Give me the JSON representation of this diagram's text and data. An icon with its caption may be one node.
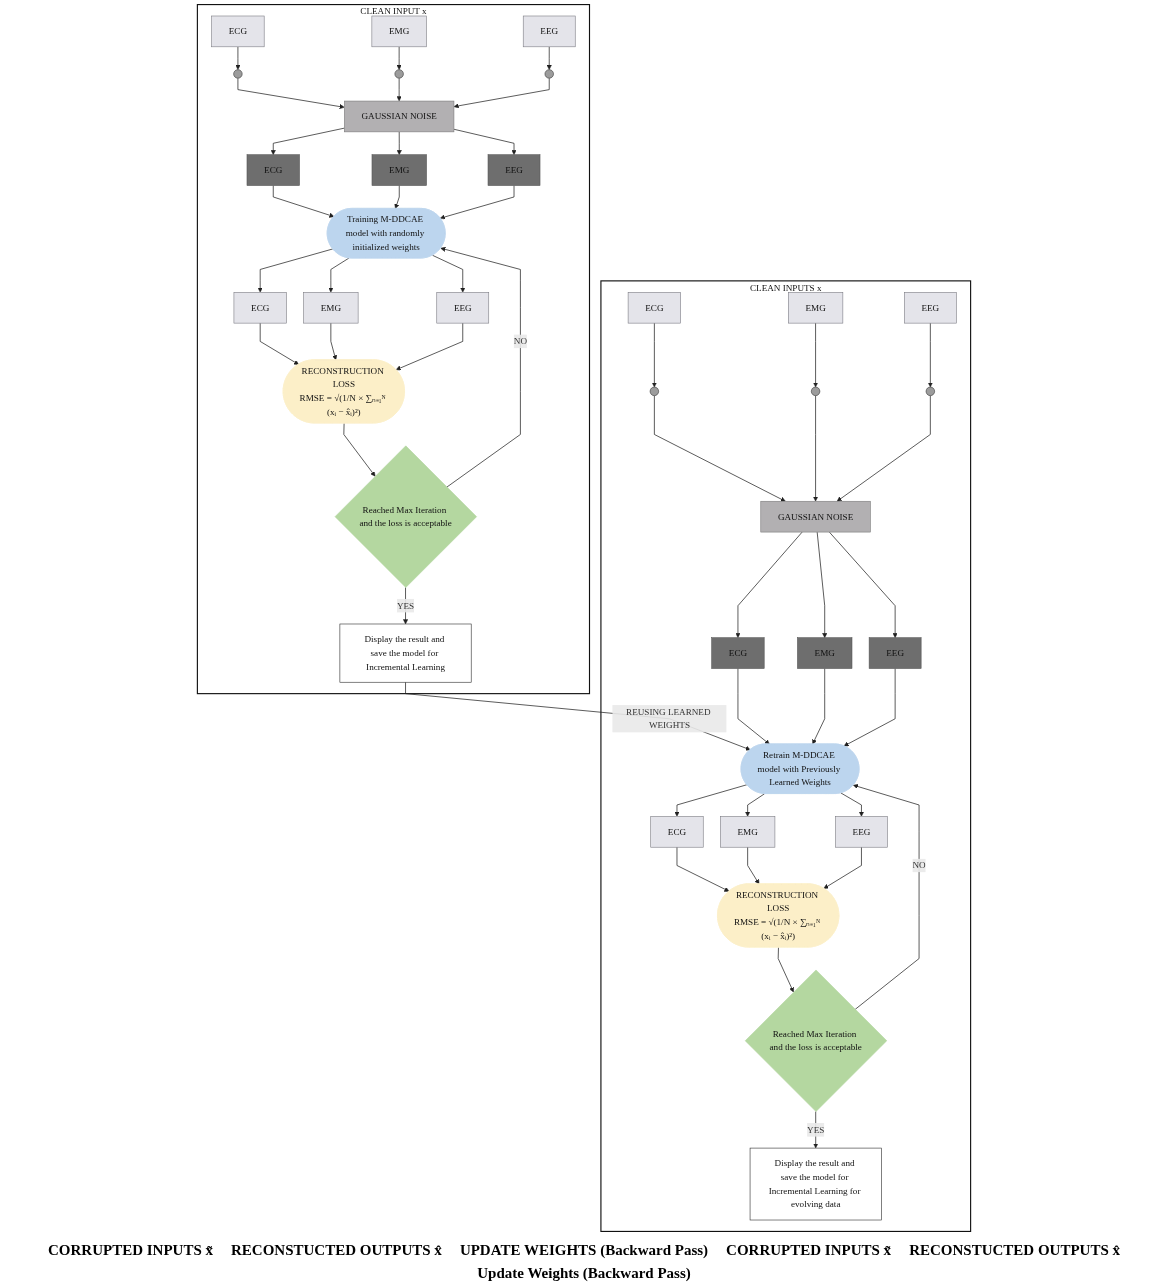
{
  "diagram": {
    "nodes": [
      {
        "text": [
          "CLEAN INPUT x"
        ]
      },
      {
        "text": [
          "ECG"
        ],
        "in": 0
      },
      {
        "text": [
          "EMG"
        ],
        "in": 0
      },
      {
        "text": [
          "EEG"
        ],
        "in": 0
      },
      {
        "text": [],
        "shape": "circle",
        "in": 0
      },
      {
        "text": [],
        "shape": "circle",
        "in": 0
      },
      {
        "text": [],
        "shape": "circle",
        "in": 0
      },
      {
        "text": [
          "GAUSSIAN NOISE"
        ],
        "in": 0
      },
      {
        "text": [
          "ECG"
        ],
        "in": 0
      },
      {
        "text": [
          "EMG"
        ],
        "in": 0
      },
      {
        "text": [
          "EEG"
        ],
        "in": 0
      },
      {
        "text": [
          "Training M-DDCAE model with randomly initialized weights"
        ],
        "in": 0
      },
      {
        "text": [
          "ECG"
        ],
        "in": 0
      },
      {
        "text": [
          "EMG"
        ],
        "in": 0
      },
      {
        "text": [
          "EEG"
        ],
        "in": 0
      },
      {
        "text": [
          "RECONSTRUCTION LOSS",
          "RMSE = √(1/N × ∑ₙ₌₁ᴺ (xᵢ − x̂ᵢ)²)"
        ],
        "in": 0
      },
      {
        "text": [
          "Reached Max Iteration and the loss is acceptable"
        ],
        "in": 0
      },
      {
        "text": [
          "Display the result and save the model for Incremental Learning"
        ],
        "in": 0
      },
      {
        "text": [
          "CLEAN INPUTS x"
        ]
      },
      {
        "text": [
          "ECG"
        ],
        "in": 18
      },
      {
        "text": [
          "EMG"
        ],
        "in": 18
      },
      {
        "text": [
          "EEG"
        ],
        "in": 18
      },
      {
        "text": [],
        "shape": "circle",
        "in": 18
      },
      {
        "text": [],
        "shape": "circle",
        "in": 18
      },
      {
        "text": [],
        "shape": "circle",
        "in": 18
      },
      {
        "text": [
          "GAUSSIAN NOISE"
        ],
        "in": 18
      },
      {
        "text": [
          "ECG"
        ],
        "in": 18
      },
      {
        "text": [
          "EMG"
        ],
        "in": 18
      },
      {
        "text": [
          "EEG"
        ],
        "in": 18
      },
      {
        "text": [
          "Retrain M-DDCAE model with Previously Learned Weights"
        ],
        "in": 18
      },
      {
        "text": [
          "ECG"
        ],
        "in": 18
      },
      {
        "text": [
          "EMG"
        ],
        "in": 18
      },
      {
        "text": [
          "EEG"
        ],
        "in": 18
      },
      {
        "text": [
          "RECONSTRUCTION LOSS",
          "RMSE = √(1/N × ∑ₙ₌₁ᴺ (xᵢ − x̂ᵢ)²)"
        ],
        "in": 18
      },
      {
        "text": [
          "Reached Max Iteration and the loss is acceptable"
        ],
        "in": 18
      },
      {
        "text": [
          "Display the result and save the model for Incremental Learning for evolving data"
        ],
        "in": 18
      }
    ],
    "edges": [
      {
        "from": 1,
        "to": 4,
        "arrow": "to"
      },
      {
        "from": 2,
        "to": 5,
        "arrow": "to"
      },
      {
        "from": 3,
        "to": 6,
        "arrow": "to"
      },
      {
        "from": 4,
        "to": 7,
        "arrow": "to"
      },
      {
        "from": 5,
        "to": 7,
        "arrow": "to"
      },
      {
        "from": 6,
        "to": 7,
        "arrow": "to"
      },
      {
        "from": 7,
        "to": 8,
        "arrow": "to"
      },
      {
        "from": 7,
        "to": 9,
        "arrow": "to"
      },
      {
        "from": 7,
        "to": 10,
        "arrow": "to"
      },
      {
        "from": 8,
        "to": 11,
        "arrow": "to"
      },
      {
        "from": 9,
        "to": 11,
        "arrow": "to"
      },
      {
        "from": 10,
        "to": 11,
        "arrow": "to"
      },
      {
        "from": 11,
        "to": 12,
        "arrow": "to"
      },
      {
        "from": 11,
        "to": 13,
        "arrow": "to"
      },
      {
        "from": 11,
        "to": 14,
        "arrow": "to"
      },
      {
        "from": 12,
        "to": 15,
        "arrow": "to"
      },
      {
        "from": 13,
        "to": 15,
        "arrow": "to"
      },
      {
        "from": 14,
        "to": 15,
        "arrow": "to"
      },
      {
        "from": 15,
        "to": 16,
        "arrow": "to"
      },
      {
        "from": 16,
        "to": 11,
        "label": "NO",
        "arrow": "to"
      },
      {
        "from": 16,
        "to": 17,
        "label": "YES",
        "arrow": "to"
      },
      {
        "from": 17,
        "to": 29,
        "label": "REUSING LEARNED WEIGHTS",
        "arrow": "to"
      },
      {
        "from": 19,
        "to": 22,
        "arrow": "to"
      },
      {
        "from": 20,
        "to": 23,
        "arrow": "to"
      },
      {
        "from": 21,
        "to": 24,
        "arrow": "to"
      },
      {
        "from": 22,
        "to": 25,
        "arrow": "to"
      },
      {
        "from": 23,
        "to": 25,
        "arrow": "to"
      },
      {
        "from": 24,
        "to": 25,
        "arrow": "to"
      },
      {
        "from": 25,
        "to": 26,
        "arrow": "to"
      },
      {
        "from": 25,
        "to": 27,
        "arrow": "to"
      },
      {
        "from": 25,
        "to": 28,
        "arrow": "to"
      },
      {
        "from": 26,
        "to": 29,
        "arrow": "to"
      },
      {
        "from": 27,
        "to": 29,
        "arrow": "to"
      },
      {
        "from": 28,
        "to": 29,
        "arrow": "to"
      },
      {
        "from": 29,
        "to": 30,
        "arrow": "to"
      },
      {
        "from": 29,
        "to": 31,
        "arrow": "to"
      },
      {
        "from": 29,
        "to": 32,
        "arrow": "to"
      },
      {
        "from": 30,
        "to": 33,
        "arrow": "to"
      },
      {
        "from": 31,
        "to": 33,
        "arrow": "to"
      },
      {
        "from": 32,
        "to": 33,
        "arrow": "to"
      },
      {
        "from": 33,
        "to": 34,
        "arrow": "to"
      },
      {
        "from": 34,
        "to": 29,
        "label": "NO",
        "arrow": "to"
      },
      {
        "from": 34,
        "to": 35,
        "label": "YES",
        "arrow": "to"
      }
    ],
    "labels": [
      "CORRUPTED INPUTS x̃",
      "RECONSTUCTED OUTPUTS x̂",
      "UPDATE WEIGHTS (Backward Pass)",
      "CORRUPTED INPUTS x̃",
      "RECONSTUCTED OUTPUTS x̂",
      "Update Weights (Backward Pass)"
    ]
  }
}
